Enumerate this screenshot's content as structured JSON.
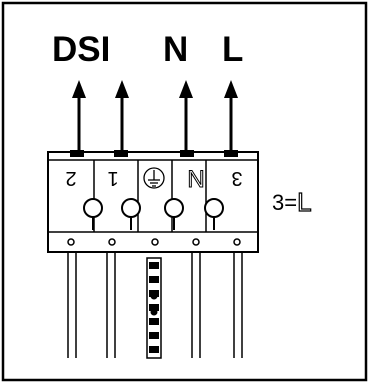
{
  "wire_labels": [
    "DSI",
    "N",
    "L"
  ],
  "terminals": [
    {
      "label": "2",
      "kind": "text"
    },
    {
      "label": "1",
      "kind": "text"
    },
    {
      "label": "",
      "kind": "earth-symbol"
    },
    {
      "label": "N",
      "kind": "outline-letter"
    },
    {
      "label": "3",
      "kind": "text"
    }
  ],
  "legend": {
    "number": "3",
    "equals": "=",
    "symbol": "L"
  }
}
